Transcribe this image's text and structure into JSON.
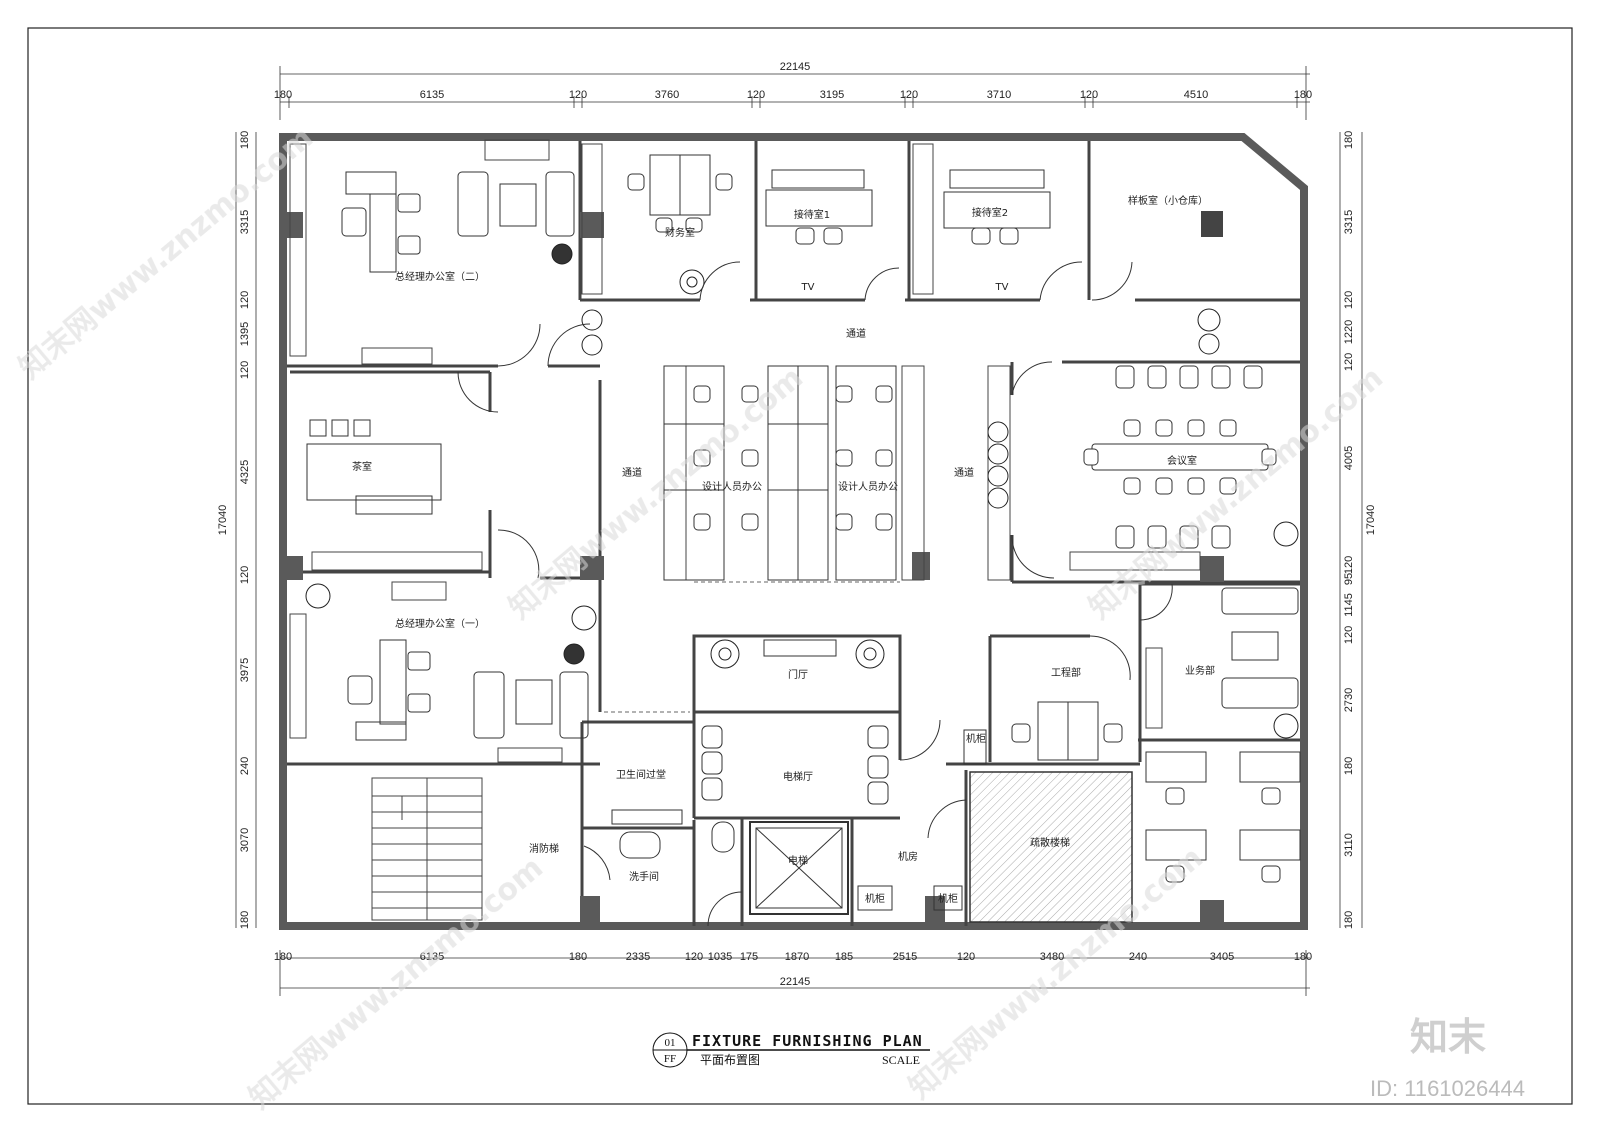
{
  "dimensions": {
    "top_total": "22145",
    "top": [
      "180",
      "6135",
      "120",
      "3760",
      "120",
      "3195",
      "120",
      "3710",
      "120",
      "4510",
      "180"
    ],
    "bottom": [
      "180",
      "6135",
      "180",
      "2335",
      "120",
      "1035",
      "175",
      "1870",
      "185",
      "2515",
      "120",
      "3480",
      "240",
      "3405",
      "180"
    ],
    "bottom_total": "22145",
    "left": [
      "180",
      "3315",
      "120",
      "1395",
      "120",
      "4325",
      "120",
      "3975",
      "240",
      "3070",
      "180"
    ],
    "left_total": "17040",
    "right": [
      "180",
      "3315",
      "120",
      "1220",
      "120",
      "4005",
      "120",
      "95",
      "1145",
      "120",
      "2730",
      "180",
      "3110",
      "180"
    ],
    "right_total": "17040"
  },
  "rooms": {
    "gm_office_2": "总经理办公室（二）",
    "finance": "财务室",
    "reception_1": "接待室1",
    "reception_2": "接待室2",
    "sample_room": "样板室（小仓库）",
    "corridor_top": "通道",
    "corridor_left": "通道",
    "corridor_right": "通道",
    "tea_room": "茶室",
    "designers_1": "设计人员办公",
    "designers_2": "设计人员办公",
    "meeting": "会议室",
    "gm_office_1": "总经理办公室（一）",
    "lobby": "门厅",
    "engineering": "工程部",
    "sales": "业务部",
    "cabinet_1": "机柜",
    "cabinet_2": "机柜",
    "cabinet_3": "机柜",
    "elevator_hall": "电梯厅",
    "restroom_passage": "卫生间过堂",
    "fire_stair": "消防梯",
    "washroom": "洗手间",
    "elevator": "电梯",
    "machine_room": "机房",
    "evac_stair": "疏散楼梯",
    "tv_1": "TV",
    "tv_2": "TV"
  },
  "title_block": {
    "number": "01",
    "code": "FF",
    "title": "FIXTURE FURNISHING PLAN",
    "subtitle": "平面布置图",
    "scale": "SCALE"
  },
  "watermark": {
    "text": "知末网www.znzmo.com",
    "logo": "知末",
    "id": "ID: 1161026444"
  },
  "colors": {
    "wall": "#5a5a5a",
    "line": "#333333",
    "hatch": "#9a9a9a"
  }
}
